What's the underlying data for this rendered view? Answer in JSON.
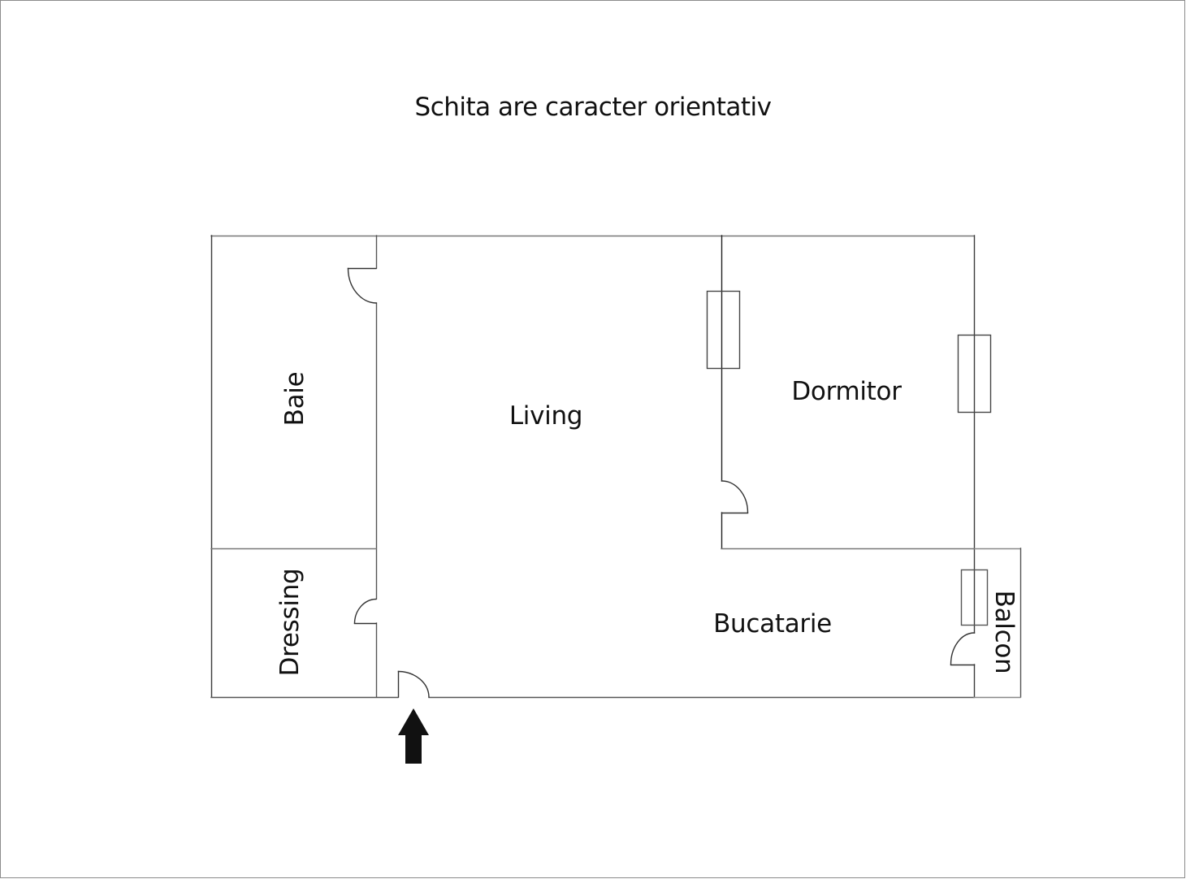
{
  "title": "Schita are caracter orientativ",
  "rooms": {
    "baie": "Baie",
    "living": "Living",
    "dormitor": "Dormitor",
    "dressing": "Dressing",
    "bucatarie": "Bucatarie",
    "balcon": "Balcon"
  },
  "colors": {
    "wall": "#222222",
    "wall_light": "#7a7a7a",
    "arrow": "#111111",
    "frame": "#8c8c8c"
  },
  "icons": {
    "entrance": "entrance-arrow-icon"
  }
}
